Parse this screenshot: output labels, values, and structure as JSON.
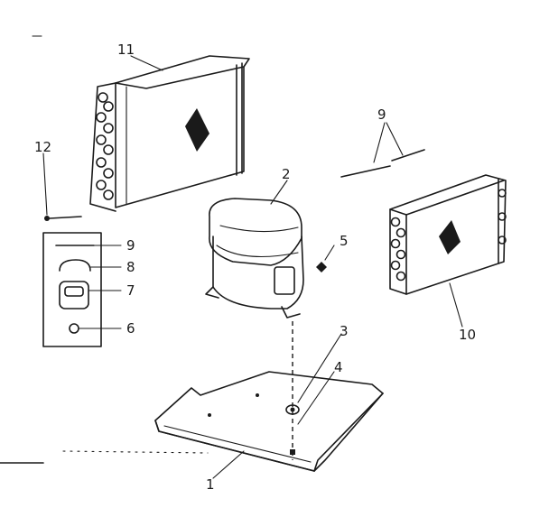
{
  "callouts": {
    "c1": "1",
    "c2": "2",
    "c3": "3",
    "c4": "4",
    "c5": "5",
    "c6": "6",
    "c7": "7",
    "c8": "8",
    "c9_kit": "9",
    "c9_tube": "9",
    "c10": "10",
    "c11": "11",
    "c12": "12"
  },
  "colors": {
    "ink": "#1a1a1a",
    "paper": "#ffffff"
  }
}
